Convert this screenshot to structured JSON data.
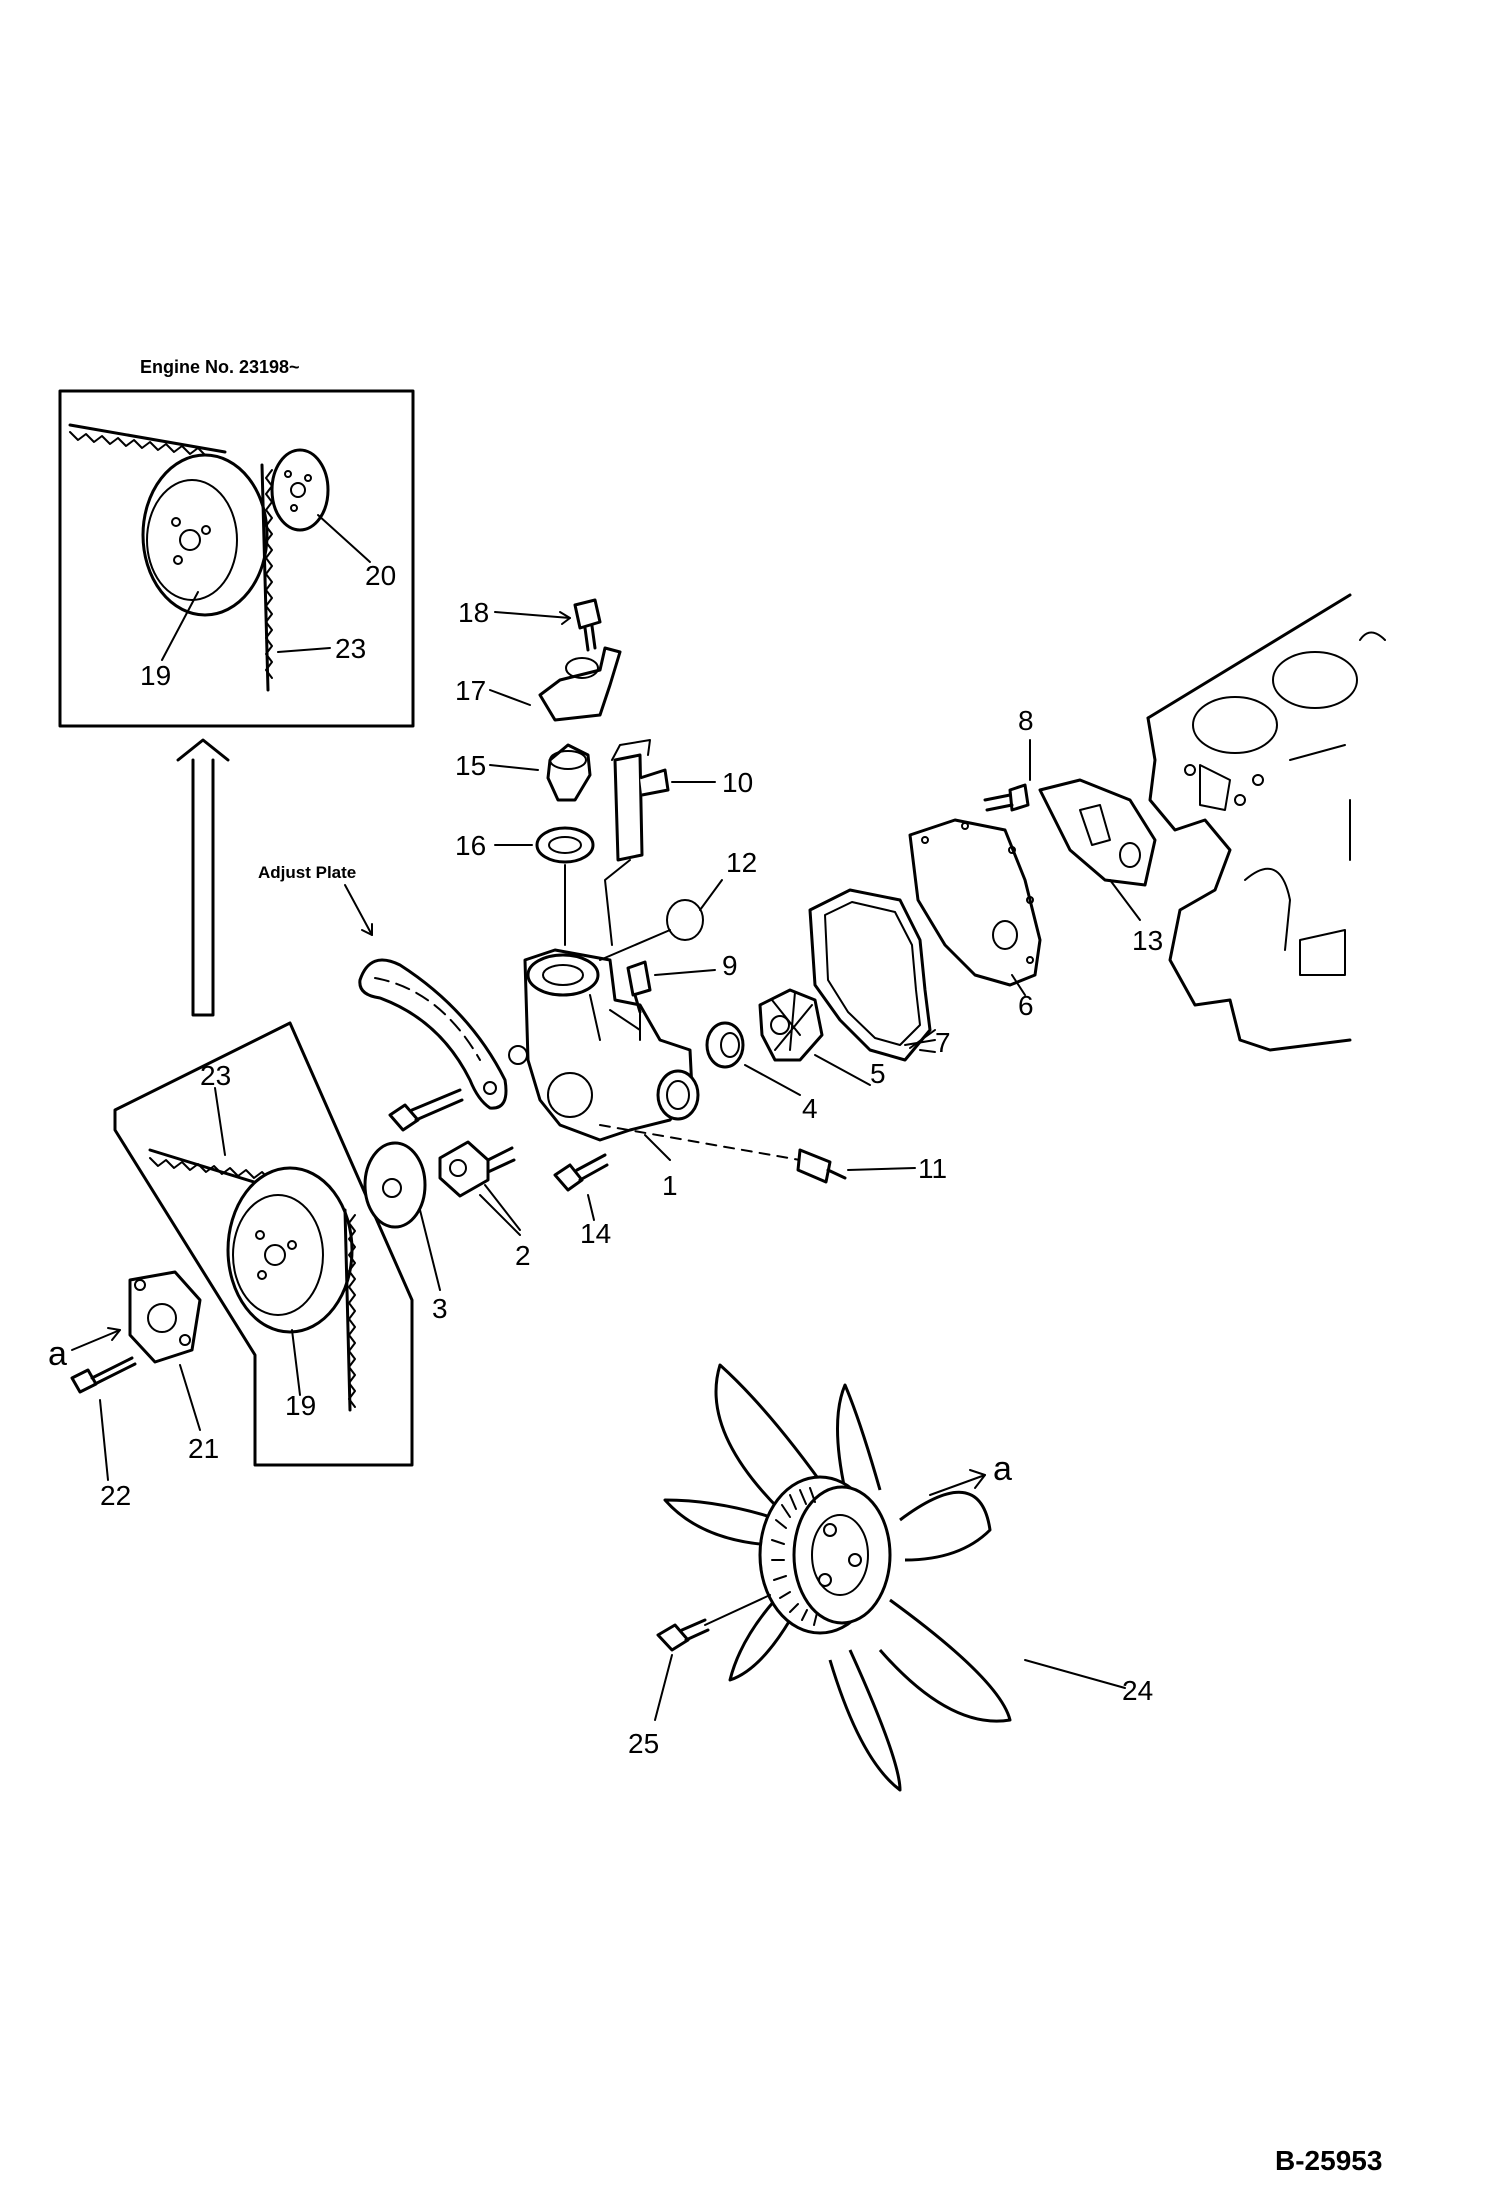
{
  "figure_id": "B-25953",
  "inset": {
    "title": "Engine  No.  23198~"
  },
  "annotations": {
    "adjust_plate": "Adjust Plate",
    "view_marker": "a"
  },
  "callouts": {
    "p1": "1",
    "p2": "2",
    "p3": "3",
    "p4": "4",
    "p5": "5",
    "p6": "6",
    "p7": "7",
    "p8": "8",
    "p9": "9",
    "p10": "10",
    "p11": "11",
    "p12": "12",
    "p13": "13",
    "p14": "14",
    "p15": "15",
    "p16": "16",
    "p17": "17",
    "p18": "18",
    "p19": "19",
    "p20": "20",
    "p21": "21",
    "p22": "22",
    "p23": "23",
    "p24": "24",
    "p25": "25"
  }
}
